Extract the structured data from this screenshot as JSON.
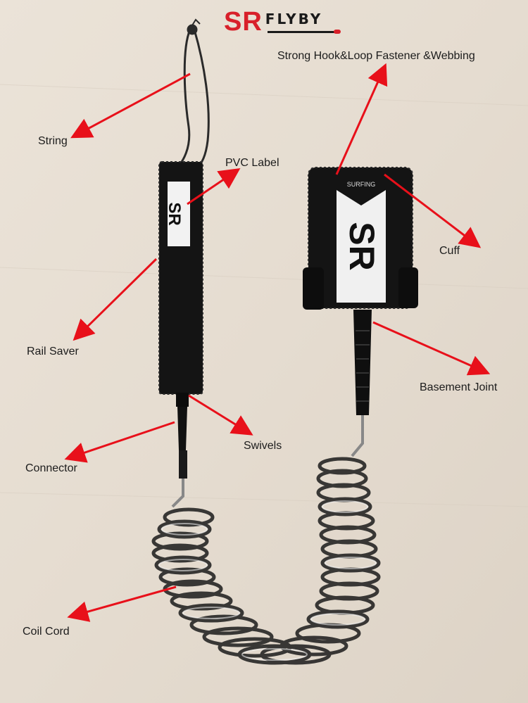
{
  "brand": {
    "mark": "SR",
    "name": "FLYBY"
  },
  "labels": {
    "string": "String",
    "hook_loop": "Strong Hook&Loop Fastener &Webbing",
    "pvc_label": "PVC Label",
    "cuff": "Cuff",
    "rail_saver": "Rail Saver",
    "basement_joint": "Basement Joint",
    "swivels": "Swivels",
    "connector": "Connector",
    "coil_cord": "Coil Cord"
  },
  "product_print": {
    "patch": "SR",
    "brand_small": "SURFING"
  },
  "colors": {
    "arrow": "#e8101a",
    "logo_red": "#d8202a",
    "wall": "#e7ded3",
    "strap": "#121212"
  }
}
